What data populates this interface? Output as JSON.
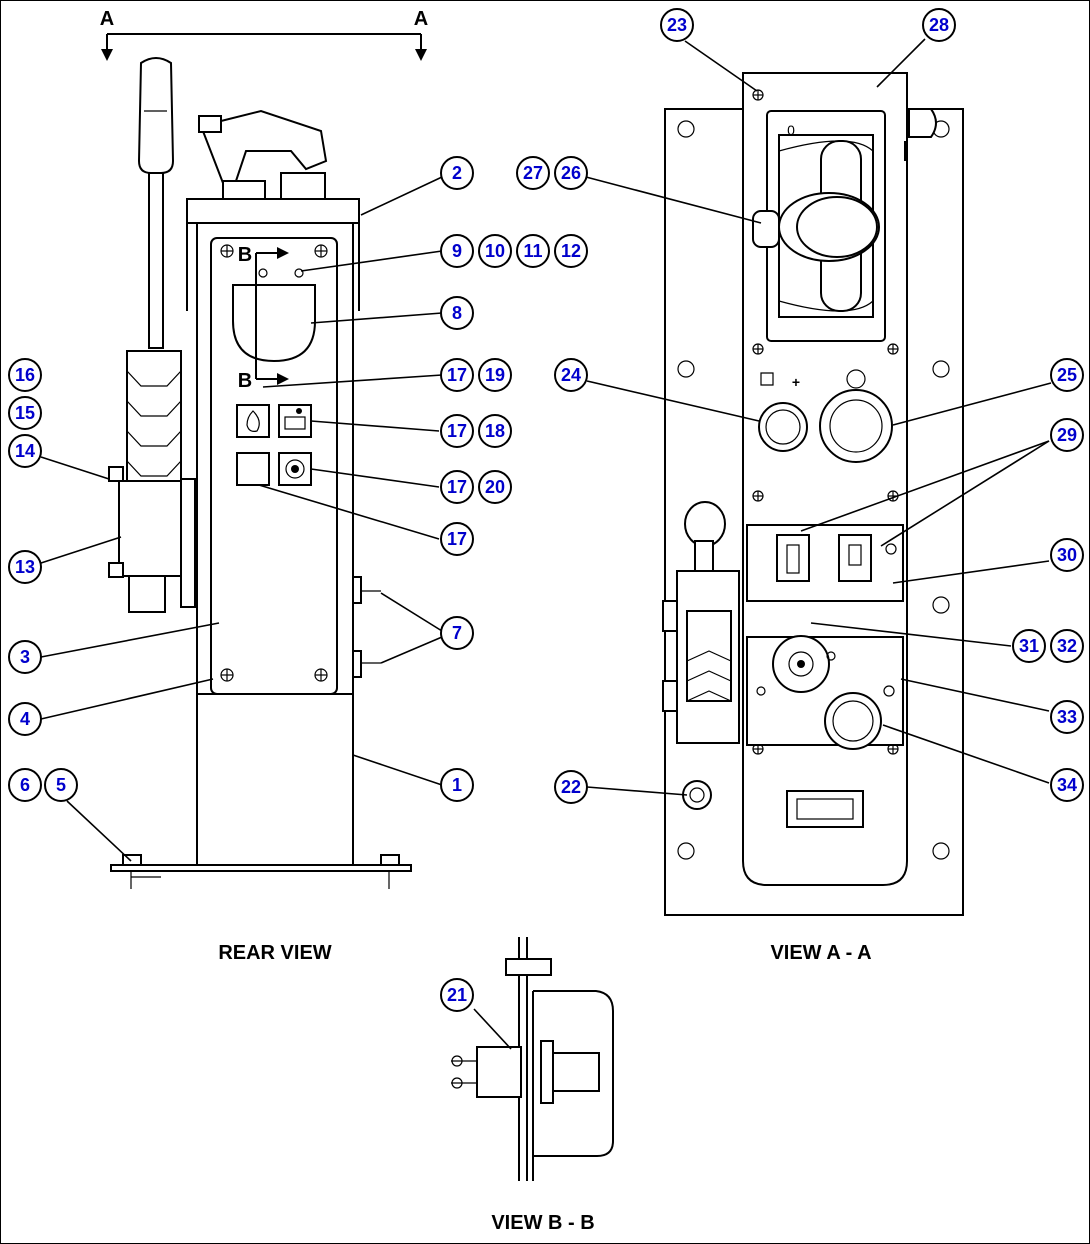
{
  "captions": {
    "rear_view": "REAR VIEW",
    "view_a": "VIEW A - A",
    "view_b": "VIEW B - B"
  },
  "section_marks": {
    "a_left": "A",
    "a_right": "A",
    "b_top": "B",
    "b_bottom": "B"
  },
  "callouts": [
    "1",
    "2",
    "3",
    "4",
    "5",
    "6",
    "7",
    "8",
    "9",
    "10",
    "11",
    "12",
    "13",
    "14",
    "15",
    "16",
    "17",
    "17",
    "17",
    "17",
    "18",
    "19",
    "20",
    "21",
    "22",
    "23",
    "24",
    "25",
    "26",
    "27",
    "28",
    "29",
    "30",
    "31",
    "32",
    "33",
    "34"
  ]
}
